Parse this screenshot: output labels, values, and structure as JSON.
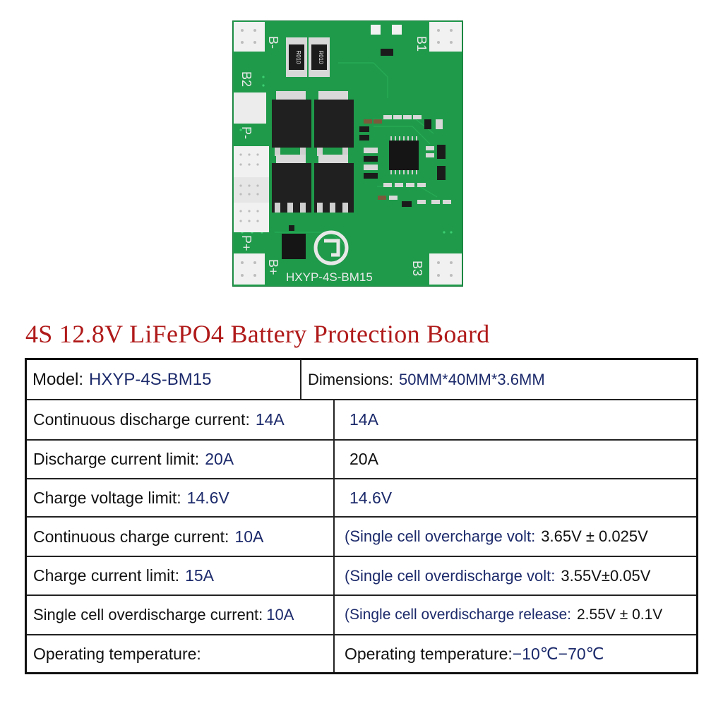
{
  "board": {
    "silk_b_minus": "B-",
    "silk_b1": "B1",
    "silk_b2": "B2",
    "silk_p_minus": "P-",
    "silk_p_plus": "P+",
    "silk_b_plus": "B+",
    "silk_b3": "B3",
    "model_silk": "HXYP-4S-BM15",
    "resistor_1": "R010",
    "resistor_2": "R010",
    "pcb_color": "#1f9a4a"
  },
  "title": "4S 12.8V LiFePO4 Battery Protection Board",
  "specs": {
    "model_label": "Model:",
    "model_value": "HXYP-4S-BM15",
    "dimensions_label": "Dimensions:",
    "dimensions_value": "50MM*40MM*3.6MM",
    "rows": [
      {
        "label": "Continuous discharge current:",
        "label_value": "14A",
        "right_text": "",
        "right_value": "14A"
      },
      {
        "label": "Discharge current limit:",
        "label_value": "20A",
        "right_text": "",
        "right_value": "20A"
      },
      {
        "label": "Charge voltage limit:",
        "label_value": "14.6V",
        "right_text": "",
        "right_value": "14.6V"
      },
      {
        "label": "Continuous charge current:",
        "label_value": "10A",
        "right_text": "(Single cell overcharge volt:",
        "right_value": "3.65V ± 0.025V"
      },
      {
        "label": "Charge current limit:",
        "label_value": "15A",
        "right_text": "(Single cell overdischarge volt:",
        "right_value": "3.55V±0.05V"
      },
      {
        "label": "Single cell overdischarge current:",
        "label_value": "10A",
        "right_text": "(Single cell overdischarge release:",
        "right_value": "2.55V ± 0.1V"
      },
      {
        "label": "Operating temperature:",
        "label_value": "",
        "right_text": "Operating temperature:",
        "right_value": "−10℃−70℃"
      }
    ]
  }
}
